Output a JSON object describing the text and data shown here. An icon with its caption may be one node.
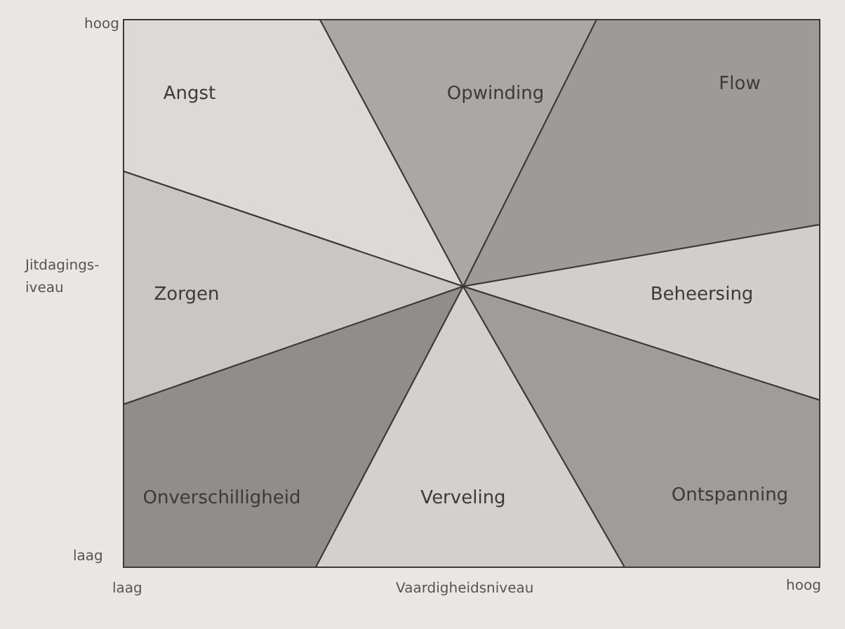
{
  "diagram": {
    "nodes": [
      {
        "text": [
          "Angst"
        ]
      },
      {
        "text": [
          "Opwinding"
        ]
      },
      {
        "text": [
          "Flow"
        ]
      },
      {
        "text": [
          "Zorgen"
        ]
      },
      {
        "text": [
          "Beheersing"
        ]
      },
      {
        "text": [
          "Onverschilligheid"
        ]
      },
      {
        "text": [
          "Verveling"
        ]
      },
      {
        "text": [
          "Ontspanning"
        ]
      }
    ],
    "labels": [
      "hoog",
      "Jitdagings- iveau",
      "laag",
      "laag",
      "Vaardigheidsniveau",
      "hoog"
    ]
  }
}
